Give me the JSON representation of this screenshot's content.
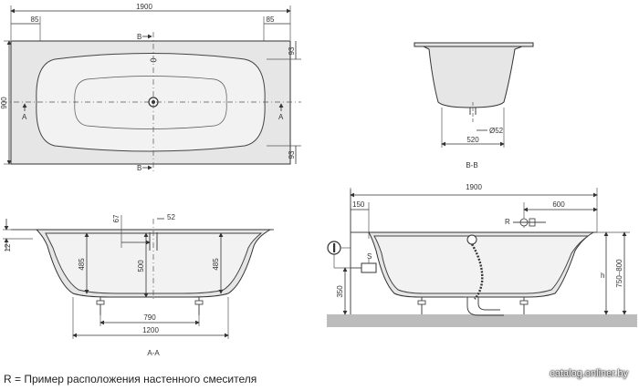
{
  "top_view": {
    "dim_length": "1900",
    "dim_left_margin": "85",
    "dim_right_margin": "85",
    "dim_width": "900",
    "dim_top_margin": "93",
    "dim_bottom_margin": "93",
    "section_b_top": "B",
    "section_b_bottom": "B",
    "section_a_left": "A",
    "section_a_right": "A"
  },
  "section_bb": {
    "dim_drain_dia": "Ø52",
    "dim_base": "520",
    "caption": "B-B"
  },
  "section_aa": {
    "dim_rim": "12",
    "dim_67": "67",
    "dim_52": "52",
    "dim_depth_left": "485",
    "dim_center": "500",
    "dim_depth_right": "485",
    "dim_legs": "790",
    "dim_bottom": "1200",
    "caption": "A-A"
  },
  "side_view": {
    "dim_length": "1900",
    "dim_150": "150",
    "dim_600": "600",
    "label_r": "R",
    "label_s": "S",
    "dim_350": "350",
    "label_h": "h",
    "dim_height": "750–800"
  },
  "legend": "R = Пример расположения настенного смесителя",
  "watermark": "catalog.onliner.by"
}
